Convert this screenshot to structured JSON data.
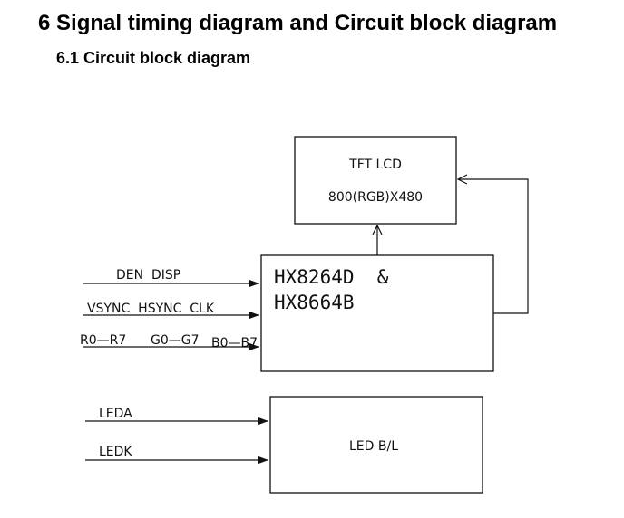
{
  "headings": {
    "section": "6 Signal timing diagram and Circuit block diagram",
    "subsection": "6.1 Circuit block diagram"
  },
  "blocks": {
    "lcd": {
      "title": "TFT LCD",
      "resolution": "800(RGB)X480"
    },
    "driver": {
      "line1": "HX8264D  &",
      "line2": "HX8664B"
    },
    "backlight": {
      "label": "LED B/L"
    }
  },
  "signals": {
    "den_disp": "DEN  DISP",
    "sync_clk": "VSYNC  HSYNC  CLK",
    "red": "R0—R7",
    "green": "G0—G7",
    "blue": "B0—B7",
    "leda": "LEDA",
    "ledk": "LEDK"
  }
}
